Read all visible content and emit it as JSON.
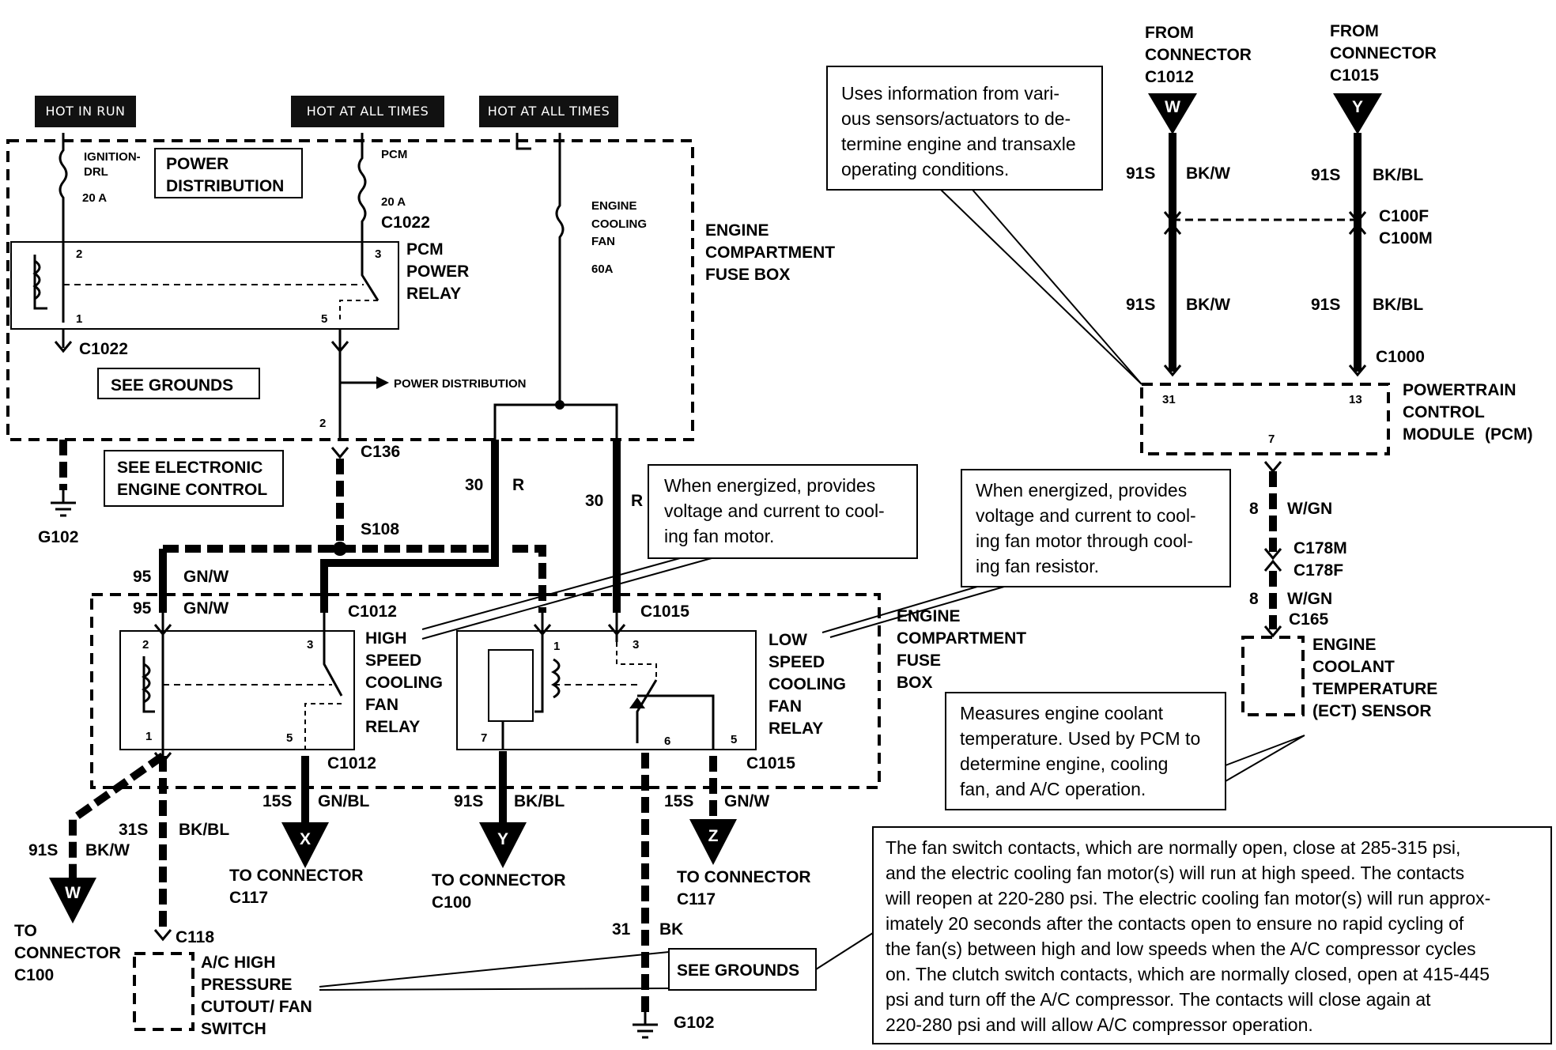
{
  "headers": {
    "hot_in_run": "HOT IN RUN",
    "hot_at_all_times_1": "HOT AT ALL TIMES",
    "hot_at_all_times_2": "HOT AT ALL TIMES"
  },
  "fuse_box": {
    "ignition_drl": "IGNITION-",
    "ignition_drl_2": "DRL",
    "fuse_20a_1": "20 A",
    "power_distribution": "POWER",
    "power_distribution_2": "DISTRIBUTION",
    "pcm": "PCM",
    "fuse_20a_2": "20 A",
    "c1022_top": "C1022",
    "engine_cooling_fan": "ENGINE",
    "engine_cooling_fan_2": "COOLING",
    "engine_cooling_fan_3": "FAN",
    "fuse_60a": "60A",
    "pcm_power_relay": "PCM",
    "pcm_power_relay_2": "POWER",
    "pcm_power_relay_3": "RELAY",
    "pin_2": "2",
    "pin_1": "1",
    "pin_3": "3",
    "pin_5": "5",
    "c1022_bottom": "C1022",
    "see_grounds": "SEE GROUNDS",
    "power_distribution_arrow": "POWER DISTRIBUTION",
    "pin_2b": "2",
    "engine_compartment_fuse_box": "ENGINE",
    "engine_compartment_fuse_box_2": "COMPARTMENT",
    "engine_compartment_fuse_box_3": "FUSE BOX"
  },
  "left_lower": {
    "c136": "C136",
    "see_electronic": "SEE ELECTRONIC",
    "see_electronic_2": "ENGINE CONTROL",
    "g102_left": "G102",
    "s108": "S108",
    "w30": "30",
    "wr": "R",
    "w30b": "30",
    "wrb": "R",
    "w95a": "95",
    "gnw_a": "GN/W",
    "w95b": "95",
    "gnw_b": "GN/W",
    "c1012_top": "C1012",
    "c1015_top": "C1015"
  },
  "high_relay": {
    "title_1": "HIGH",
    "title_2": "SPEED",
    "title_3": "COOLING",
    "title_4": "FAN",
    "title_5": "RELAY",
    "p2": "2",
    "p3": "3",
    "p1": "1",
    "p5": "5"
  },
  "low_relay": {
    "title_1": "LOW",
    "title_2": "SPEED",
    "title_3": "COOLING",
    "title_4": "FAN",
    "title_5": "RELAY",
    "p1": "1",
    "p3": "3",
    "p7": "7",
    "p6": "6",
    "p5": "5"
  },
  "fuse_box_2": {
    "t1": "ENGINE",
    "t2": "COMPARTMENT",
    "t3": "FUSE",
    "t4": "BOX"
  },
  "bottom": {
    "c1012_b": "C1012",
    "c1015_b": "C1015",
    "w15s_a": "15S",
    "gnbl": "GN/BL",
    "x": "X",
    "to_conn_c117_a": "TO CONNECTOR",
    "to_conn_c117_a2": "C117",
    "w91s_b": "91S",
    "bkbl_b": "BK/BL",
    "y": "Y",
    "to_conn_c100": "TO CONNECTOR",
    "to_conn_c100_2": "C100",
    "w15s_b": "15S",
    "gnw_c": "GN/W",
    "z": "Z",
    "to_conn_c117_b": "TO CONNECTOR",
    "to_conn_c117_b2": "C117",
    "w31s": "31S",
    "bkbl_a": "BK/BL",
    "w91s_a": "91S",
    "bkw_a": "BK/W",
    "w": "W",
    "to": "TO",
    "connector": "CONNECTOR",
    "c100": "C100",
    "c118": "C118",
    "ac_switch_1": "A/C HIGH",
    "ac_switch_2": "PRESSURE",
    "ac_switch_3": "CUTOUT/ FAN",
    "ac_switch_4": "SWITCH",
    "w31": "31",
    "bk": "BK",
    "see_grounds_2": "SEE GROUNDS",
    "g102_b": "G102"
  },
  "pcm_side": {
    "from_c1012_1": "FROM",
    "from_c1012_2": "CONNECTOR",
    "from_c1012_3": "C1012",
    "from_c1015_1": "FROM",
    "from_c1015_2": "CONNECTOR",
    "from_c1015_3": "C1015",
    "w_tri": "W",
    "y_tri": "Y",
    "w91s_1": "91S",
    "bkw_1": "BK/W",
    "w91s_2": "91S",
    "bkbl_1": "BK/BL",
    "c100f": "C100F",
    "c100m": "C100M",
    "w91s_3": "91S",
    "bkw_2": "BK/W",
    "w91s_4": "91S",
    "bkbl_2": "BK/BL",
    "c1000": "C1000",
    "pin31": "31",
    "pin13": "13",
    "pin7": "7",
    "pcm_1": "POWERTRAIN",
    "pcm_2": "CONTROL",
    "pcm_3": "MODULE",
    "pcm_4": "(PCM)",
    "w8a": "8",
    "wgn_a": "W/GN",
    "c178m": "C178M",
    "c178f": "C178F",
    "w8b": "8",
    "wgn_b": "W/GN",
    "c165": "C165",
    "ect_1": "ENGINE",
    "ect_2": "COOLANT",
    "ect_3": "TEMPERATURE",
    "ect_4": "(ECT) SENSOR"
  },
  "notes": {
    "pcm_note": [
      "Uses information from vari-",
      "ous sensors/actuators to de-",
      "termine engine and transaxle",
      "operating conditions."
    ],
    "high_note": [
      "When energized, provides",
      "voltage and current to cool-",
      "ing fan motor."
    ],
    "low_note": [
      "When energized, provides",
      "voltage and current to cool-",
      "ing fan motor through cool-",
      "ing fan resistor."
    ],
    "ect_note": [
      "Measures engine coolant",
      "temperature. Used by PCM to",
      "determine engine, cooling",
      "fan, and A/C operation."
    ],
    "switch_note": [
      "The fan switch contacts, which are normally open, close at 285-315 psi,",
      "and the electric cooling fan motor(s) will run at high speed. The contacts",
      "will reopen at 220-280 psi. The electric cooling fan motor(s) will run approx-",
      "imately 20 seconds after the contacts open to ensure no rapid cycling of",
      "the fan(s) between high and low speeds when the A/C compressor cycles",
      "on. The clutch switch contacts, which are normally closed, open at 415-445",
      "psi and turn off the A/C compressor. The contacts will close again at",
      "220-280 psi and will allow A/C compressor operation."
    ]
  }
}
